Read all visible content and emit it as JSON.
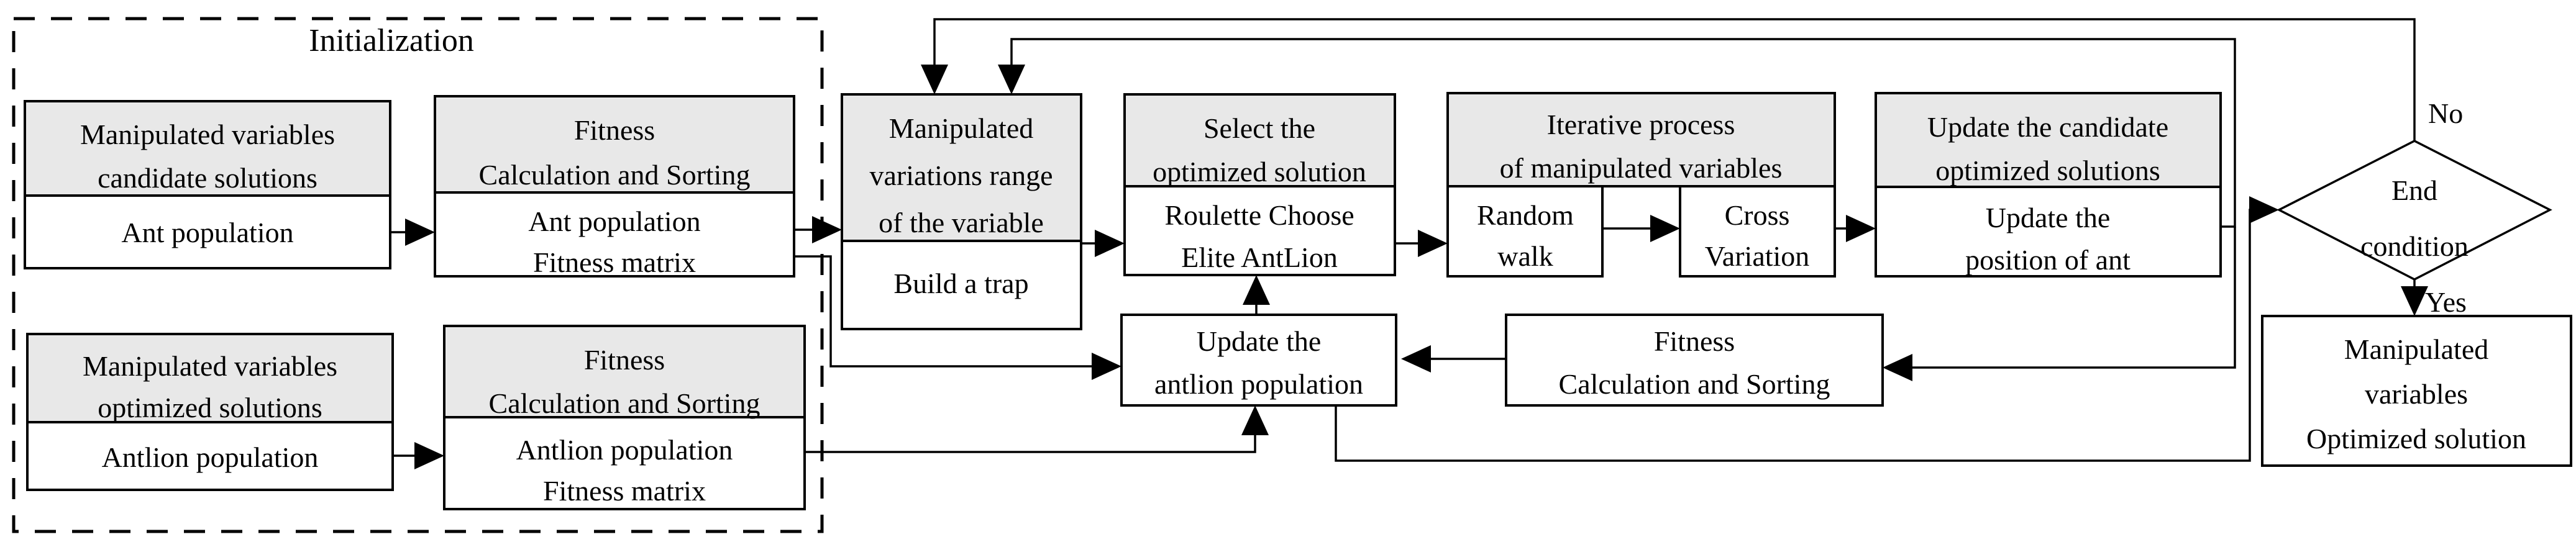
{
  "group": {
    "initialization_label": "Initialization"
  },
  "nodes": {
    "ant_candidate": {
      "header": [
        "Manipulated variables",
        "candidate solutions"
      ],
      "body": [
        "Ant population"
      ]
    },
    "ant_fitness": {
      "header": [
        "Fitness",
        "Calculation and Sorting"
      ],
      "body": [
        "Ant population",
        "Fitness matrix"
      ]
    },
    "antlion_candidate": {
      "header": [
        "Manipulated variables",
        "optimized solutions"
      ],
      "body": [
        "Antlion population"
      ]
    },
    "antlion_fitness": {
      "header": [
        "Fitness",
        "Calculation and Sorting"
      ],
      "body": [
        "Antlion population",
        "Fitness matrix"
      ]
    },
    "variation_range": {
      "header": [
        "Manipulated",
        "variations range",
        "of the variable"
      ],
      "body": [
        "Build a trap"
      ]
    },
    "select_solution": {
      "header": [
        "Select the",
        "optimized solution"
      ],
      "body": [
        "Roulette Choose",
        "Elite AntLion"
      ]
    },
    "iterative_process": {
      "header": [
        "Iterative process",
        "of manipulated variables"
      ],
      "random_walk": [
        "Random",
        "walk"
      ],
      "cross_variation": [
        "Cross",
        "Variation"
      ]
    },
    "update_candidate": {
      "header": [
        "Update the candidate",
        "optimized solutions"
      ],
      "body": [
        "Update the",
        "position of ant"
      ]
    },
    "update_antlion": {
      "body": [
        "Update the",
        "antlion population"
      ]
    },
    "fitness_sorting": {
      "body": [
        "Fitness",
        "Calculation and Sorting"
      ]
    },
    "end_condition": {
      "label": [
        "End",
        "condition"
      ]
    },
    "final_output": {
      "body": [
        "Manipulated",
        "variables",
        "Optimized solution"
      ]
    }
  },
  "edge_labels": {
    "no": "No",
    "yes": "Yes"
  },
  "colors": {
    "header_fill": "#e8e8e8",
    "body_fill": "#ffffff",
    "line": "#000000",
    "background": "#ffffff"
  }
}
